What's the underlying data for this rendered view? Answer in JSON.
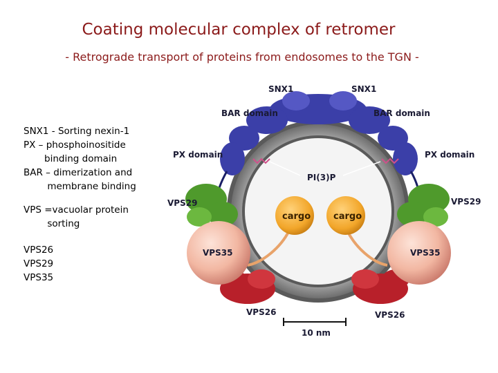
{
  "title": "Coating molecular complex of retromer",
  "subtitle": "- Retrograde transport of proteins from endosomes to the TGN -",
  "legend": {
    "snx": "SNX1 - Sorting nexin-1\nPX – phosphoinositide\n       binding domain\nBAR – dimerization and\n        membrane binding",
    "vps": "VPS =vacuolar protein\n        sorting",
    "list": "VPS26\nVPS29\nVPS35"
  },
  "diagram": {
    "snx1_left": "SNX1",
    "snx1_right": "SNX1",
    "bar_left": "BAR domain",
    "bar_right": "BAR domain",
    "px_left": "PX domain",
    "px_right": "PX domain",
    "pi3p": "PI(3)P",
    "cargo_left": "cargo",
    "cargo_right": "cargo",
    "vps29_left": "VPS29",
    "vps29_right": "VPS29",
    "vps35_left": "VPS35",
    "vps35_right": "VPS35",
    "vps26_left": "VPS26",
    "vps26_right": "VPS26",
    "scale": "10 nm"
  },
  "colors": {
    "title": "#8b1a1a",
    "snx": "#3b3fa8",
    "vps29": "#4f9a2c",
    "vps26": "#b8202a",
    "vps35": "#f2b7a2",
    "cargo": "#f2a62a",
    "membrane": "#9a9a9a"
  }
}
